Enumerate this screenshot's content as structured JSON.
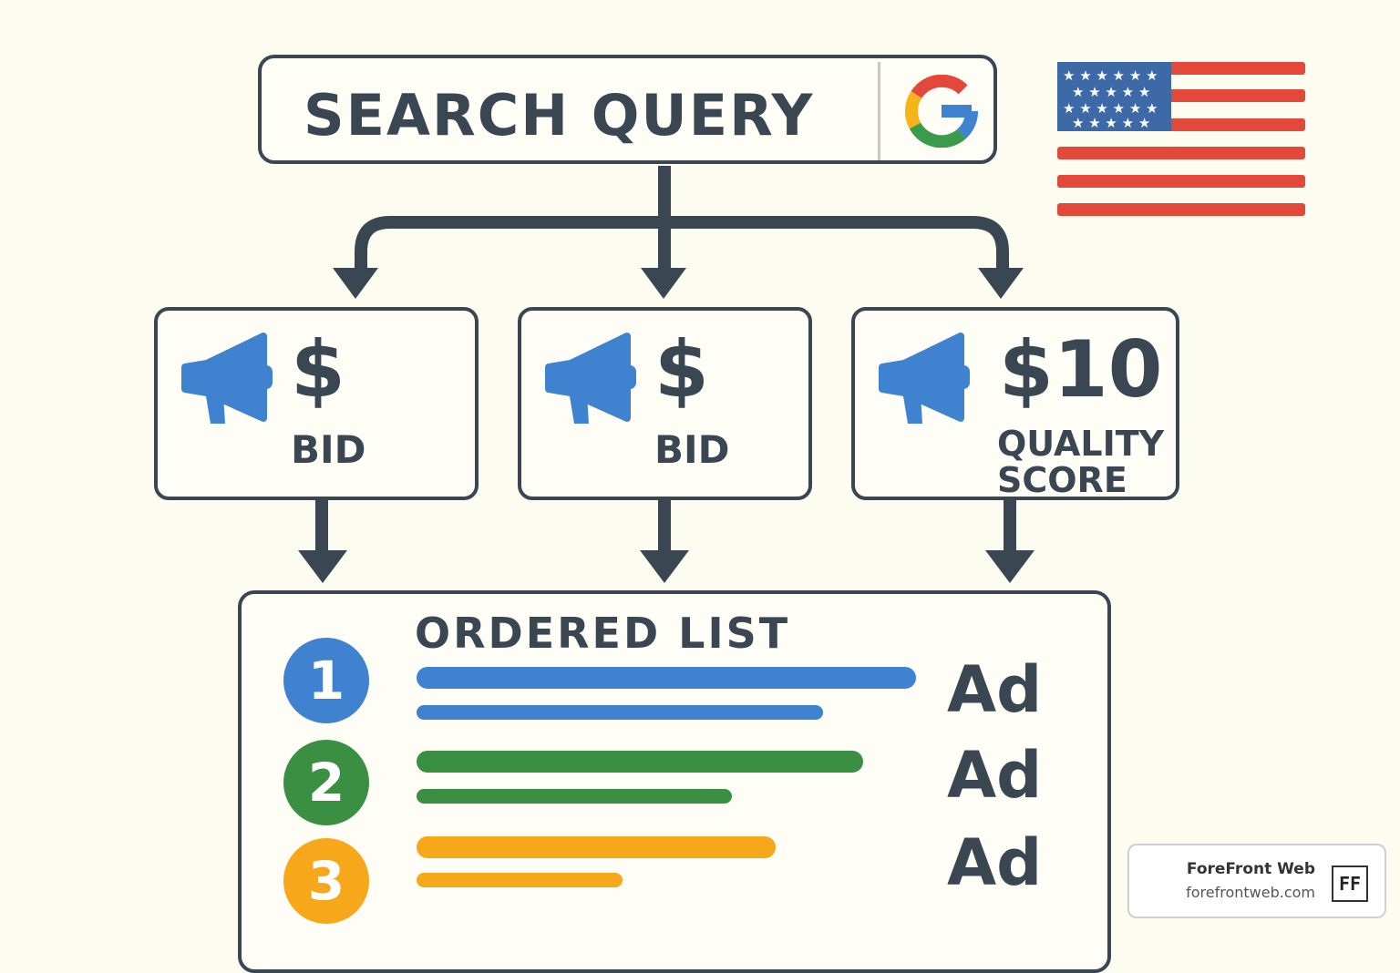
{
  "search": {
    "query": "SEARCH QUERY",
    "engine_icon": "google-g-icon"
  },
  "flag_icon": "us-flag-icon",
  "bid_cards": [
    {
      "icon": "megaphone-icon",
      "amount": "$",
      "label": "BID"
    },
    {
      "icon": "megaphone-icon",
      "amount": "$",
      "label": "BID"
    },
    {
      "icon": "megaphone-icon",
      "amount": "$10",
      "label_line1": "QUALITY",
      "label_line2": "SCORE"
    }
  ],
  "ordered_list": {
    "title": "ORDERED LIST",
    "items": [
      {
        "rank": "1",
        "label": "Ad",
        "color": "#3f83d0"
      },
      {
        "rank": "2",
        "label": "Ad",
        "color": "#3b8f43"
      },
      {
        "rank": "3",
        "label": "Ad",
        "color": "#f6a81a"
      }
    ]
  },
  "brand": {
    "name": "ForeFront Web",
    "url": "forefrontweb.com",
    "mark": "FF"
  },
  "colors": {
    "ink": "#3a4752",
    "blue": "#3f83d0",
    "green": "#3b8f43",
    "yellow": "#f6a81a",
    "red": "#e2493a",
    "background": "#fdfcf1"
  }
}
